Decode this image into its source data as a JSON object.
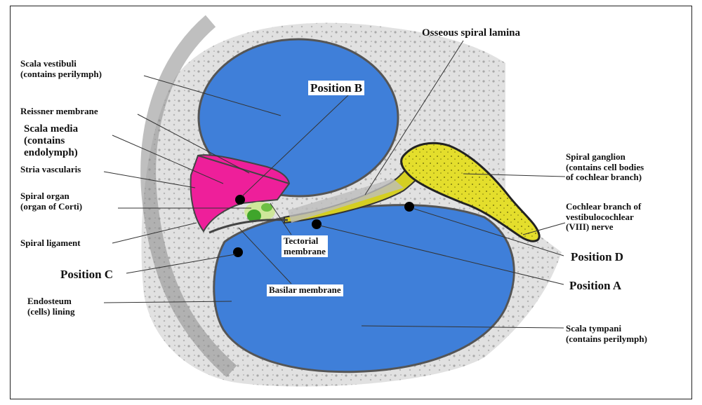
{
  "labels": {
    "osseous_spiral_lamina": "Osseous spiral lamina",
    "scala_vestibuli": "Scala vestibuli\n(contains perilymph)",
    "position_b": "Position B",
    "reissner_membrane": "Reissner membrane",
    "scala_media": "Scala media\n(contains\nendolymph)",
    "stria_vascularis": "Stria vascularis",
    "spiral_organ": "Spiral organ\n(organ of Corti)",
    "spiral_ligament": "Spiral ligament",
    "position_c": "Position C",
    "endosteum": "Endosteum\n(cells) lining",
    "tectorial_membrane": "Tectorial\nmembrane",
    "basilar_membrane": "Basilar membrane",
    "spiral_ganglion": "Spiral ganglion\n(contains cell bodies\nof cochlear branch)",
    "cochlear_branch": "Cochlear branch of\nvestibulocochlear\n(VIII) nerve",
    "position_d": "Position D",
    "position_a": "Position A",
    "scala_tympani": "Scala tympani\n(contains perilymph)"
  },
  "colors": {
    "perilymph_fluid": "#3f7fd9",
    "endolymph_fluid": "#ee1f9a",
    "ganglion": "#e2dc2a",
    "bone": "#d7d7d7",
    "marker": "#000000"
  }
}
